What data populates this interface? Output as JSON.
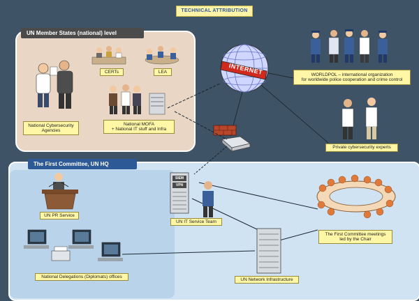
{
  "title": "TECHNICAL ATTRIBUTION",
  "panels": {
    "national": "UN Member States (national) level",
    "un_hq": "The First Committee, UN HQ"
  },
  "internet_label": "INTERNET",
  "nodes": {
    "certs": "CERTs",
    "lea": "LEA",
    "national_agencies_line1": "National Cybersecurity",
    "national_agencies_line2": "Agencies",
    "mofa_line1": "National MOFA",
    "mofa_line2": "+ National IT stuff and Infra",
    "worldpol_line1": "WORLDPOL – international organization",
    "worldpol_line2": "for worldwide police cooperation and crime control",
    "private_experts": "Private cybersecurity experts",
    "pr_service": "UN PR Service",
    "it_service": "UN IT Service Team",
    "delegations": "National Delegations (Diplomats) offices",
    "network_infra": "UN Network Infrastructure",
    "first_committee_line1": "The First Committee meetings",
    "first_committee_line2": "led by the Chair"
  },
  "server_labels": {
    "siem": "SIEM",
    "vpn": "VPN"
  },
  "colors": {
    "background": "#3e5466",
    "label_fill": "#fff7a6",
    "national_panel": "#e9d6c4",
    "un_panel": "#cfe3f3",
    "un_header": "#2d5a96"
  },
  "icons": [
    "globe-icon",
    "firewall-icon",
    "router-icon",
    "server-icon",
    "monitor-icon",
    "printer-icon",
    "person-icon",
    "police-icon",
    "conference-table-icon",
    "podium-icon"
  ]
}
